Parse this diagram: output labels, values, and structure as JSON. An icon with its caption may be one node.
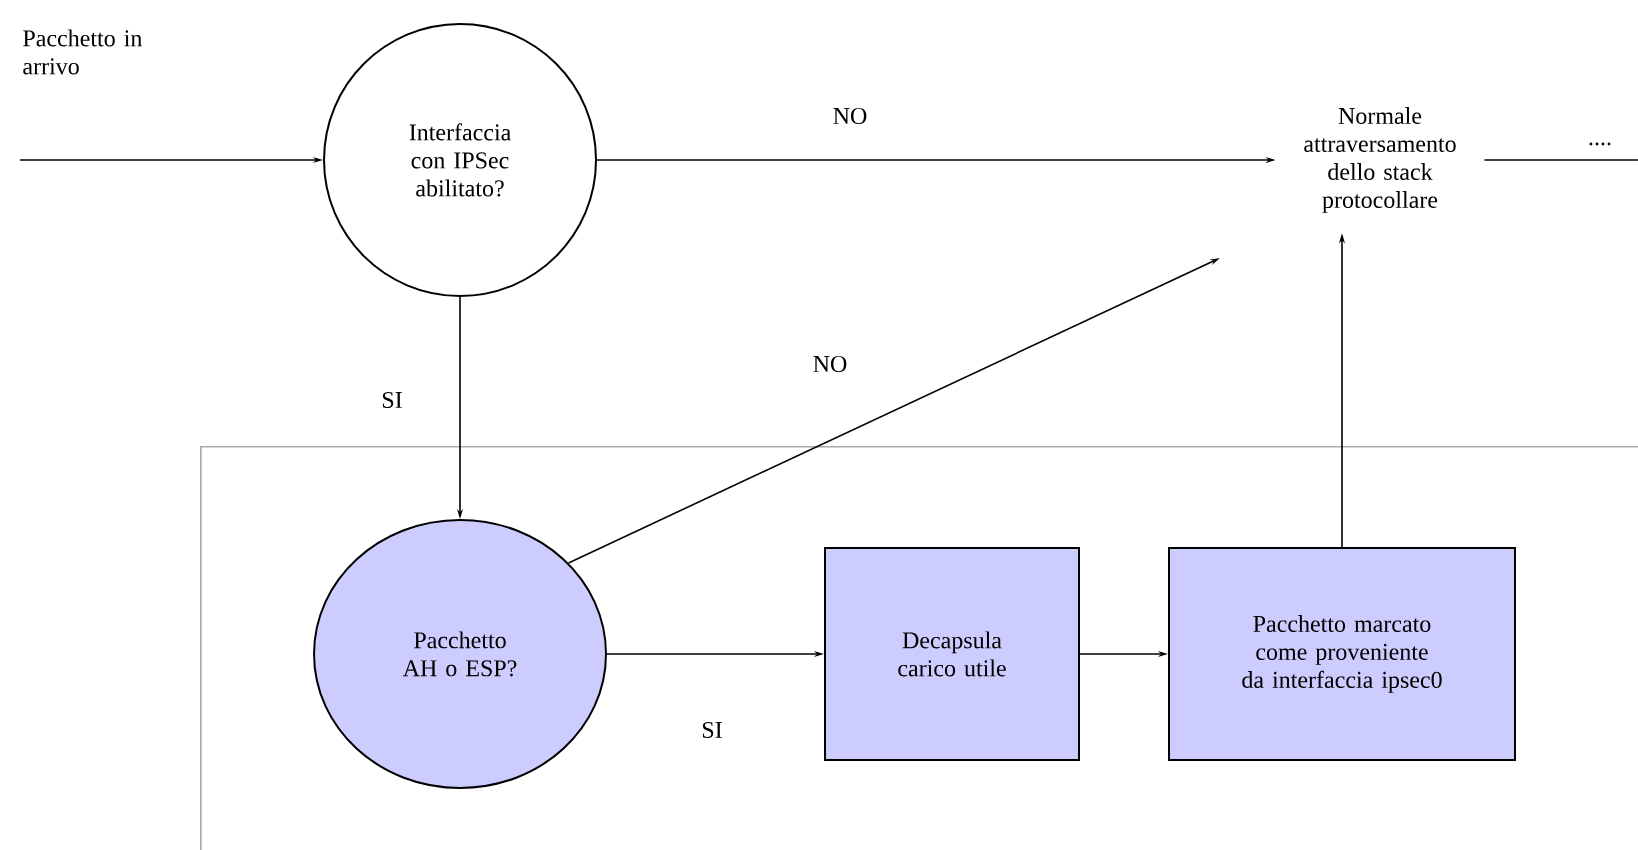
{
  "diagram": {
    "nodes": [
      {
        "text": [
          "Interfaccia con IPSec abilitato?"
        ]
      },
      {
        "text": [
          "Normale attraversamento dello stack protocollare"
        ]
      },
      {
        "text": [],
        "shape": "box"
      },
      {
        "text": [
          "Pacchetto AH o ESP?"
        ],
        "in": 2
      },
      {
        "text": [
          "Decapsula carico utile"
        ],
        "in": 2
      },
      {
        "text": [
          "Pacchetto marcato come proveniente da interfaccia ipsec0"
        ],
        "in": 2
      }
    ],
    "edges": [
      {
        "from": null,
        "to": 0,
        "arrow": "to",
        "label": "Pacchetto in arrivo"
      },
      {
        "from": 0,
        "to": 1,
        "arrow": "to",
        "label": "NO"
      },
      {
        "from": 0,
        "to": 3,
        "arrow": "to",
        "label": "SI"
      },
      {
        "from": 3,
        "to": 1,
        "arrow": "to",
        "label": "NO"
      },
      {
        "from": 3,
        "to": 4,
        "arrow": "to",
        "label": "SI"
      },
      {
        "from": 4,
        "to": 5,
        "arrow": "to"
      },
      {
        "from": 5,
        "to": 1,
        "arrow": "to"
      },
      {
        "from": 1,
        "to": null,
        "arrow": "none",
        "label": "...."
      }
    ]
  }
}
